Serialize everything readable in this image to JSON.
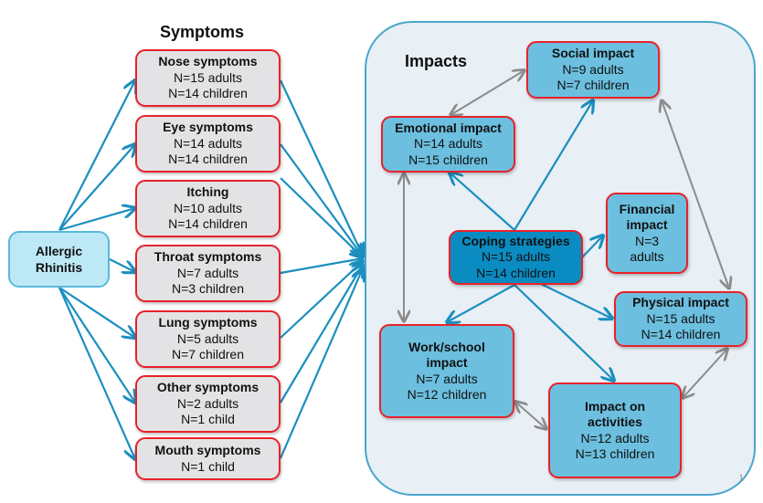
{
  "root": {
    "line1": "Allergic",
    "line2": "Rhinitis"
  },
  "symptoms": {
    "heading": "Symptoms",
    "items": [
      {
        "title": "Nose symptoms",
        "lines": [
          "N=15 adults",
          "N=14 children"
        ]
      },
      {
        "title": "Eye symptoms",
        "lines": [
          "N=14 adults",
          "N=14 children"
        ]
      },
      {
        "title": "Itching",
        "lines": [
          "N=10 adults",
          "N=14 children"
        ]
      },
      {
        "title": "Throat symptoms",
        "lines": [
          "N=7 adults",
          "N=3 children"
        ]
      },
      {
        "title": "Lung symptoms",
        "lines": [
          "N=5 adults",
          "N=7 children"
        ]
      },
      {
        "title": "Other symptoms",
        "lines": [
          "N=2 adults",
          "N=1 child"
        ]
      },
      {
        "title": "Mouth symptoms",
        "lines": [
          "N=1 child"
        ]
      }
    ]
  },
  "impacts": {
    "heading": "Impacts",
    "social": {
      "title": "Social impact",
      "lines": [
        "N=9 adults",
        "N=7 children"
      ]
    },
    "emotional": {
      "title": "Emotional impact",
      "lines": [
        "N=14 adults",
        "N=15 children"
      ]
    },
    "coping": {
      "title": "Coping strategies",
      "lines": [
        "N=15 adults",
        "N=14 children"
      ]
    },
    "financial": {
      "title_1": "Financial",
      "title_2": "impact",
      "lines": [
        "N=3",
        "adults"
      ]
    },
    "physical": {
      "title": "Physical impact",
      "lines": [
        "N=15 adults",
        "N=14 children"
      ]
    },
    "work_school": {
      "title_1": "Work/school",
      "title_2": "impact",
      "lines": [
        "N=7 adults",
        "N=12 children"
      ]
    },
    "activities": {
      "title_1": "Impact on",
      "title_2": "activities",
      "lines": [
        "N=12 adults",
        "N=13 children"
      ]
    }
  },
  "colors": {
    "blue_arrow": "#1a8fbf",
    "gray_arrow": "#8c8c8c",
    "box_border": "#e8222a",
    "symptom_fill": "#e3e3e5",
    "impact_fill": "#6cbfdf",
    "coping_fill": "#0a8cc2",
    "panel_fill": "#e8eff5"
  },
  "page_number": "1"
}
